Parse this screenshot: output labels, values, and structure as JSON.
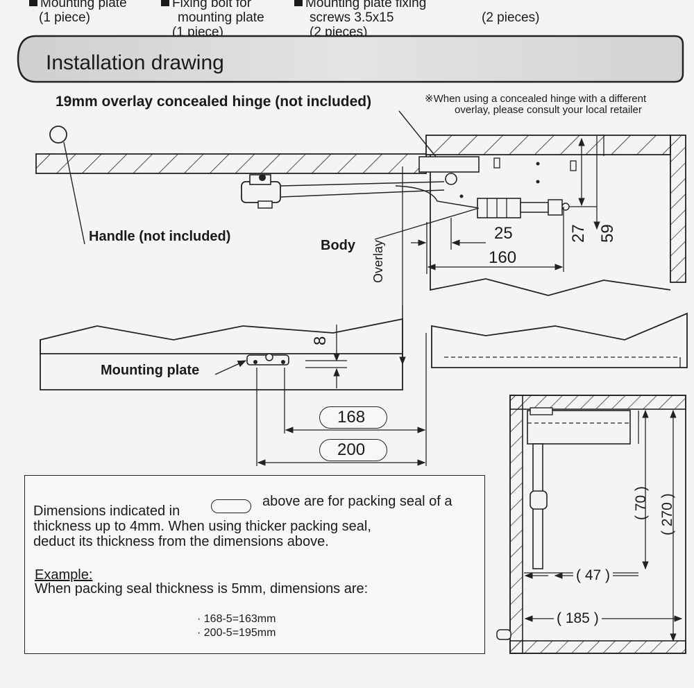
{
  "top_items": [
    {
      "line1": "Mounting plate",
      "line2": "(1 piece)",
      "bullet": true
    },
    {
      "line1": "Fixing bolt for",
      "line2": "mounting plate",
      "line3": "(1 piece)",
      "bullet": true
    },
    {
      "line1": "Mounting plate fixing",
      "line2": "screws 3.5x15",
      "line3": "(2 pieces)",
      "bullet": true
    },
    {
      "line1": "(2 pieces)",
      "bullet": false
    }
  ],
  "banner": {
    "title": "Installation drawing"
  },
  "labels": {
    "hinge": "19mm overlay concealed hinge (not included)",
    "hinge_note_line1": "※When using a concealed hinge with a different",
    "hinge_note_line2": "overlay, please consult your local retailer",
    "handle": "Handle (not included)",
    "body": "Body",
    "mounting_plate": "Mounting plate",
    "overlay": "Overlay"
  },
  "dimensions": {
    "d25": "25",
    "d160": "160",
    "d27": "27",
    "d59": "59",
    "d8": "8",
    "d168": "168",
    "d200": "200",
    "d70": "( 70 )",
    "d270": "( 270 )",
    "d47": "( 47 )",
    "d185": "( 185 )"
  },
  "info_box": {
    "line1_pre": "Dimensions indicated in",
    "line1_post": "above are for packing seal of a",
    "line2": "thickness up to 4mm. When using thicker packing seal,",
    "line3": "deduct its thickness from the dimensions above.",
    "example_heading": "Example:",
    "example_text": "When packing seal thickness is 5mm, dimensions are:",
    "formula1": "· 168-5=163mm",
    "formula2": "· 200-5=195mm"
  }
}
